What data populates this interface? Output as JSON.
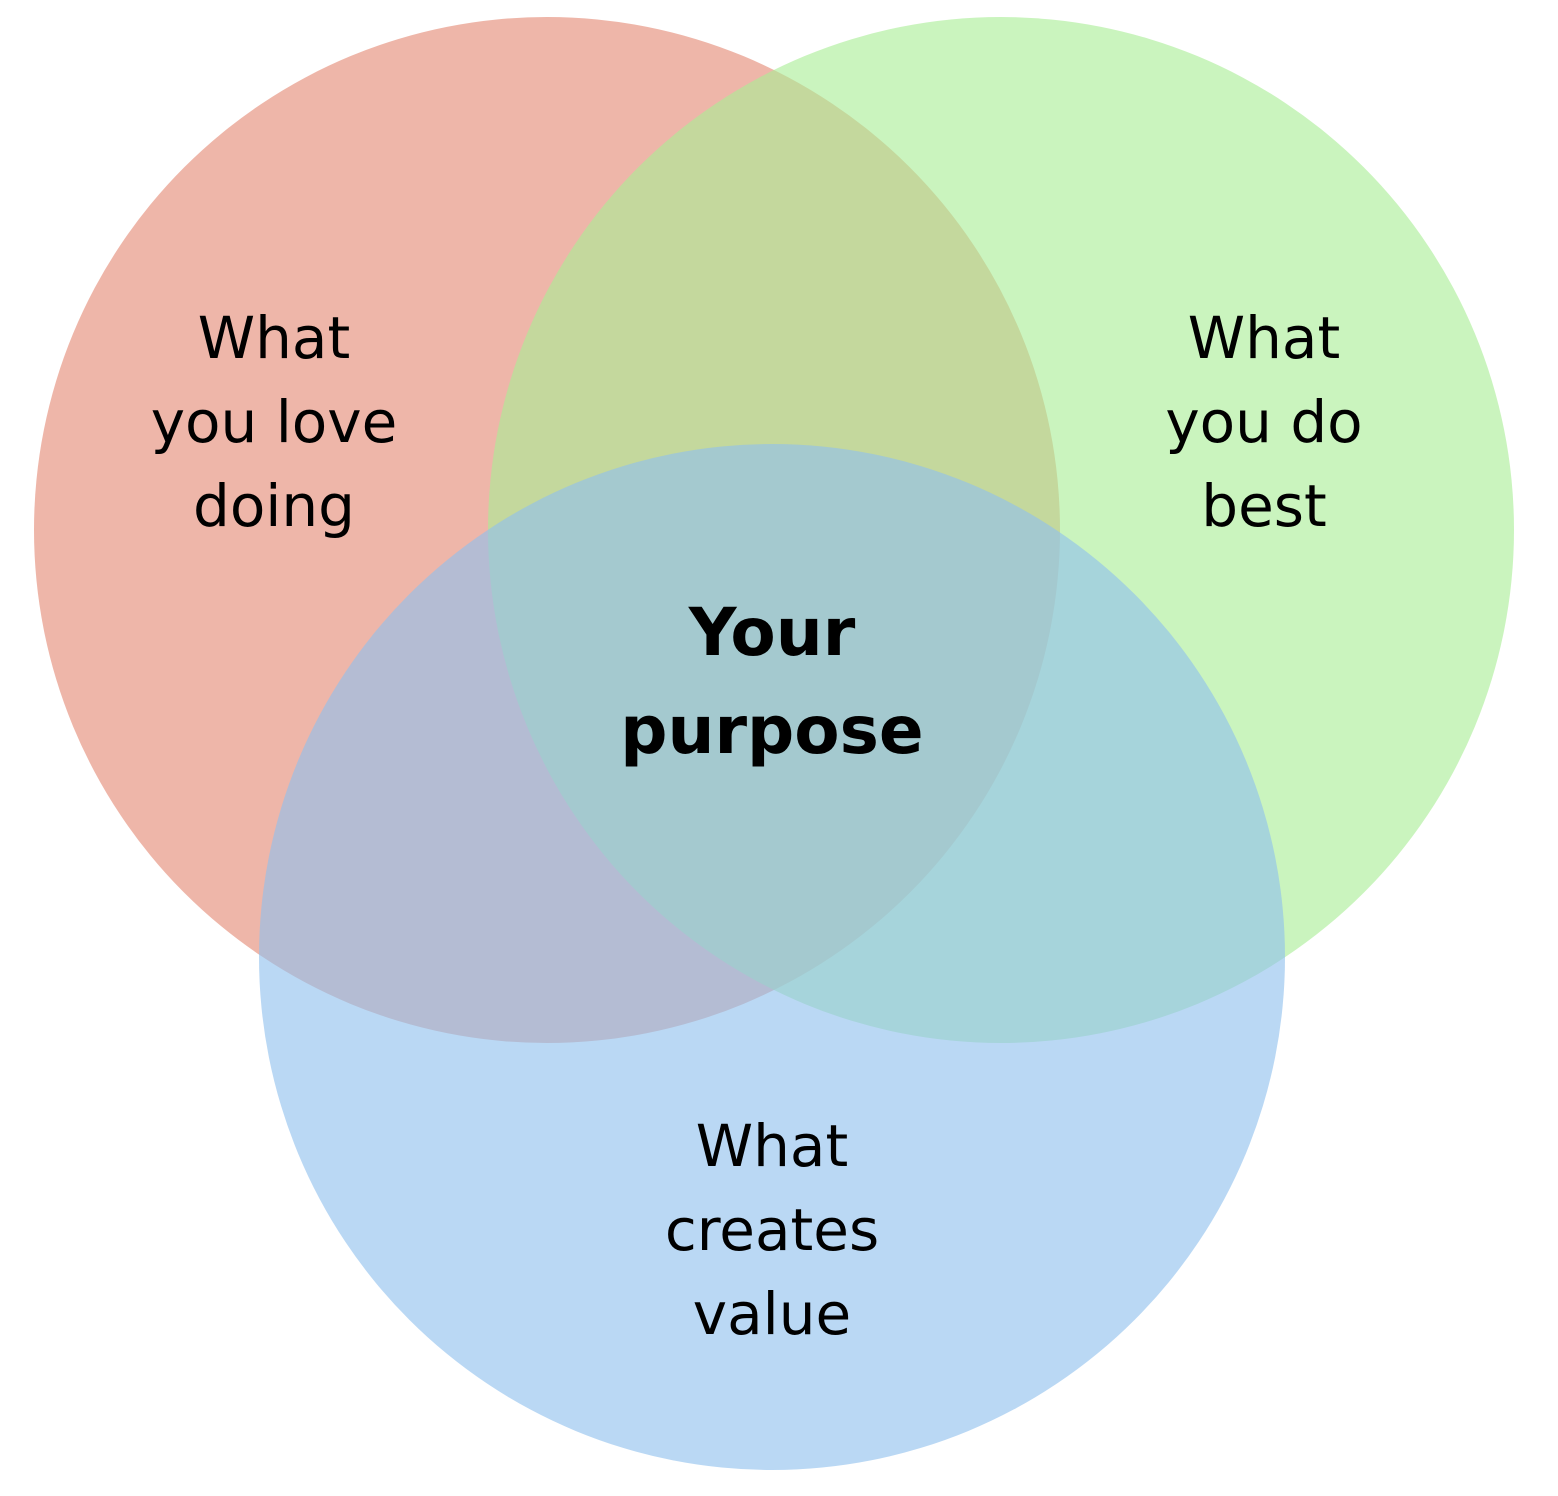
{
  "diagram": {
    "circles": [
      {
        "id": "love",
        "color": "#E89A88",
        "lines": [
          "What",
          "you love",
          "doing"
        ]
      },
      {
        "id": "best",
        "color": "#A9EE96",
        "lines": [
          "What",
          "you do",
          "best"
        ]
      },
      {
        "id": "value",
        "color": "#8FC0EE",
        "lines": [
          "What",
          "creates",
          "value"
        ]
      }
    ],
    "center": {
      "lines": [
        "Your",
        "purpose"
      ]
    }
  }
}
